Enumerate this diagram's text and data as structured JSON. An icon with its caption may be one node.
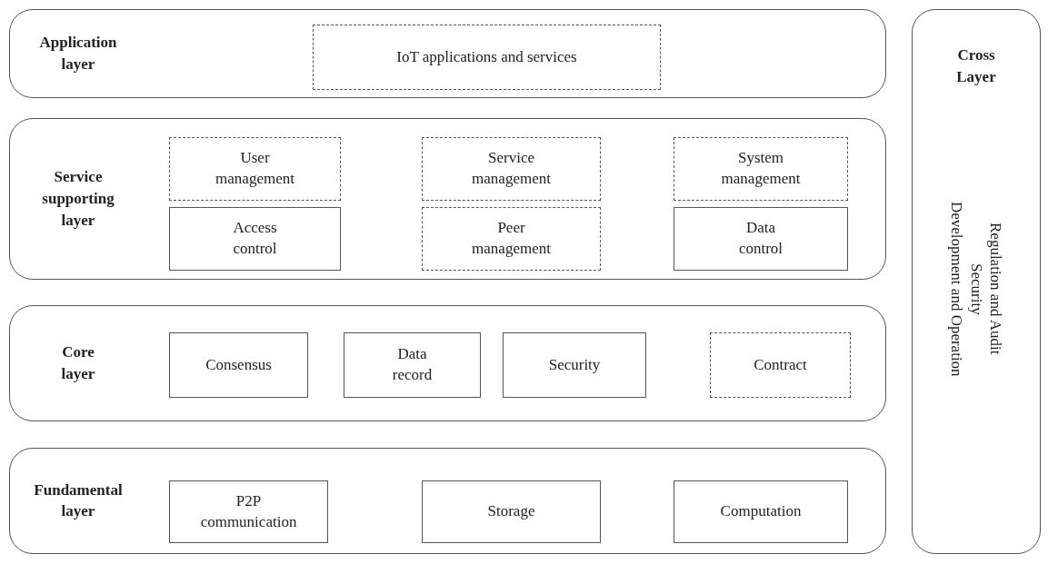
{
  "diagram": {
    "nodes": [
      {
        "text": [
          "Application layer"
        ]
      },
      {
        "text": [
          "IoT applications and services"
        ],
        "in": 0
      },
      {
        "text": [
          "Service supporting layer"
        ]
      },
      {
        "text": [
          "User management"
        ],
        "in": 2
      },
      {
        "text": [
          "Access control"
        ],
        "in": 2
      },
      {
        "text": [
          "Service management"
        ],
        "in": 2
      },
      {
        "text": [
          "Peer management"
        ],
        "in": 2
      },
      {
        "text": [
          "System management"
        ],
        "in": 2
      },
      {
        "text": [
          "Data control"
        ],
        "in": 2
      },
      {
        "text": [
          "Core layer"
        ]
      },
      {
        "text": [
          "Consensus"
        ],
        "in": 9
      },
      {
        "text": [
          "Data record"
        ],
        "in": 9
      },
      {
        "text": [
          "Security"
        ],
        "in": 9
      },
      {
        "text": [
          "Contract"
        ],
        "in": 9
      },
      {
        "text": [
          "Fundamental layer"
        ]
      },
      {
        "text": [
          "P2P communication"
        ],
        "in": 14
      },
      {
        "text": [
          "Storage"
        ],
        "in": 14
      },
      {
        "text": [
          "Computation"
        ],
        "in": 14
      },
      {
        "text": [
          "Cross Layer",
          "Regulation and Audit",
          "Security",
          "Development and Operation"
        ]
      }
    ]
  }
}
